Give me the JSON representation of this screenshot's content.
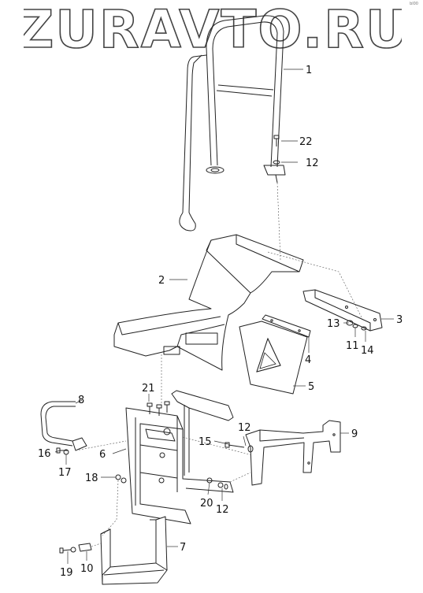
{
  "watermark": "ZURAVTO.RU",
  "corner_mark": "bl00",
  "callouts": [
    {
      "id": "1",
      "label": "1"
    },
    {
      "id": "22",
      "label": "22"
    },
    {
      "id": "12a",
      "label": "12"
    },
    {
      "id": "2",
      "label": "2"
    },
    {
      "id": "3",
      "label": "3"
    },
    {
      "id": "13",
      "label": "13"
    },
    {
      "id": "11",
      "label": "11"
    },
    {
      "id": "14",
      "label": "14"
    },
    {
      "id": "4",
      "label": "4"
    },
    {
      "id": "5",
      "label": "5"
    },
    {
      "id": "8",
      "label": "8"
    },
    {
      "id": "21",
      "label": "21"
    },
    {
      "id": "12b",
      "label": "12"
    },
    {
      "id": "9",
      "label": "9"
    },
    {
      "id": "15",
      "label": "15"
    },
    {
      "id": "6",
      "label": "6"
    },
    {
      "id": "16",
      "label": "16"
    },
    {
      "id": "17",
      "label": "17"
    },
    {
      "id": "18",
      "label": "18"
    },
    {
      "id": "20",
      "label": "20"
    },
    {
      "id": "12c",
      "label": "12"
    },
    {
      "id": "7",
      "label": "7"
    },
    {
      "id": "19",
      "label": "19"
    },
    {
      "id": "10",
      "label": "10"
    }
  ]
}
